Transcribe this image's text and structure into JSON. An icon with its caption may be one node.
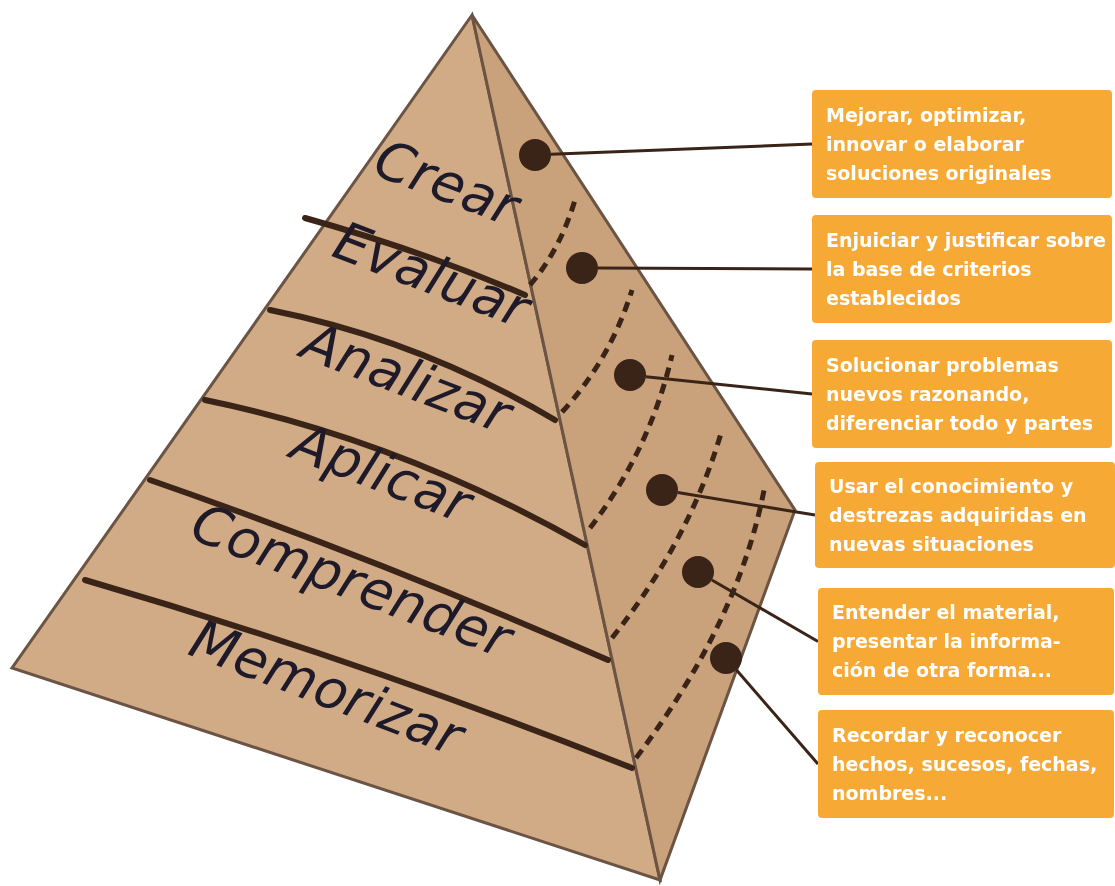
{
  "diagram": {
    "nodes": [
      {
        "text": [
          "Mejorar, optimizar, innovar o elaborar soluciones originales"
        ]
      },
      {
        "text": [
          "Enjuiciar y justificar sobre la base de criterios establecidos"
        ]
      },
      {
        "text": [
          "Solucionar problemas nuevos razonando, diferenciar todo y partes"
        ]
      },
      {
        "text": [
          "Usar el conocimiento y destrezas adquiridas en nuevas situaciones"
        ]
      },
      {
        "text": [
          "Entender el material, presentar la informa- ción de otra forma..."
        ]
      },
      {
        "text": [
          "Recordar y reconocer hechos, sucesos, fechas, nombres..."
        ]
      },
      {
        "text": [],
        "shape": "circle"
      },
      {
        "text": [],
        "shape": "circle"
      },
      {
        "text": [],
        "shape": "circle"
      },
      {
        "text": [],
        "shape": "circle"
      },
      {
        "text": [],
        "shape": "circle"
      },
      {
        "text": [],
        "shape": "circle"
      }
    ],
    "edges": [
      {
        "from": 0,
        "to": 6,
        "arrow": "none"
      },
      {
        "from": 1,
        "to": 7,
        "arrow": "none"
      },
      {
        "from": 2,
        "to": 8,
        "arrow": "none"
      },
      {
        "from": 3,
        "to": 9,
        "arrow": "none"
      },
      {
        "from": 4,
        "to": 10,
        "arrow": "none"
      },
      {
        "from": 5,
        "to": 11,
        "arrow": "none"
      }
    ],
    "labels": [
      "Crear",
      "Evaluar",
      "Analizar",
      "Aplicar",
      "Comprender",
      "Memorizar"
    ]
  }
}
